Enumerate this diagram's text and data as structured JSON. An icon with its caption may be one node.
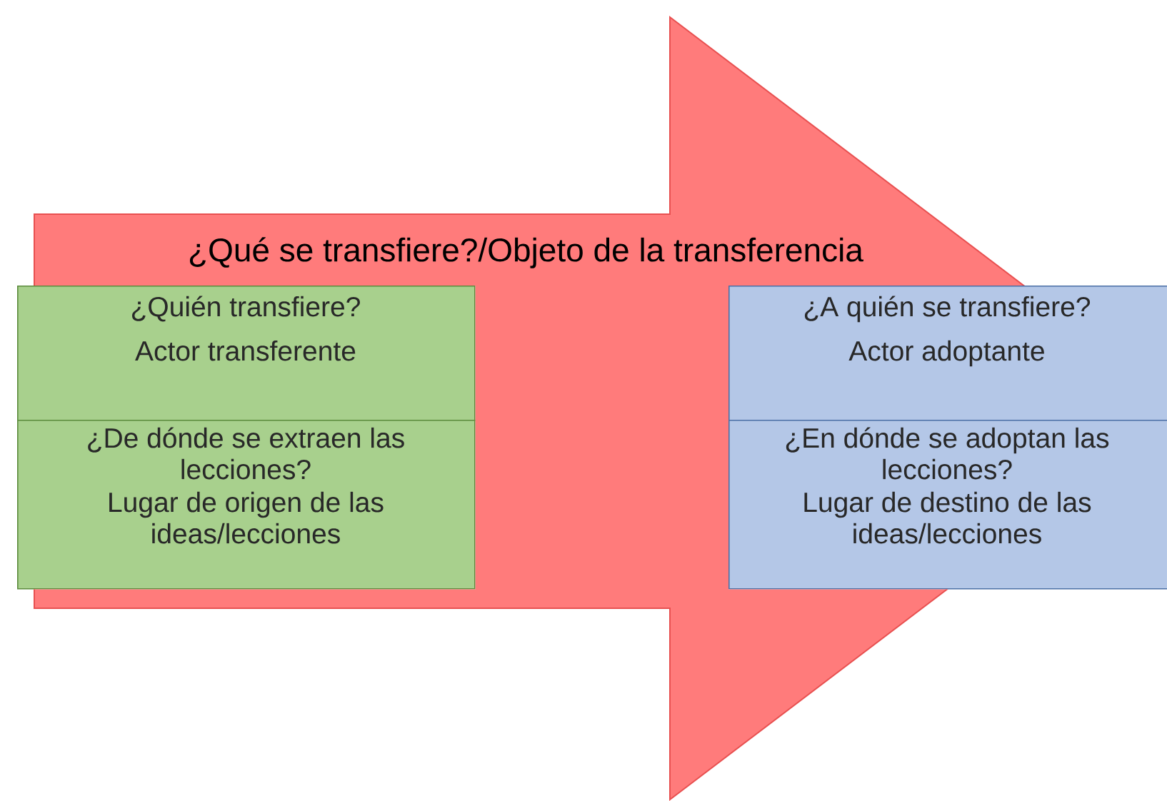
{
  "diagram": {
    "nodes": [
      {
        "text": [
          "¿Quién transfiere?",
          "Actor transferente"
        ]
      },
      {
        "text": [
          "¿De dónde se extraen las lecciones?",
          "Lugar de origen de las ideas/lecciones"
        ]
      },
      {
        "text": [
          "¿A quién se transfiere?",
          "Actor adoptante"
        ]
      },
      {
        "text": [
          "¿En dónde se adoptan las lecciones?",
          "Lugar de destino de las ideas/lecciones"
        ]
      }
    ],
    "edges": [
      {
        "from": 0,
        "to": 2,
        "arrow": "to",
        "label": "¿Qué se transfiere?/Objeto de la transferencia"
      }
    ]
  }
}
